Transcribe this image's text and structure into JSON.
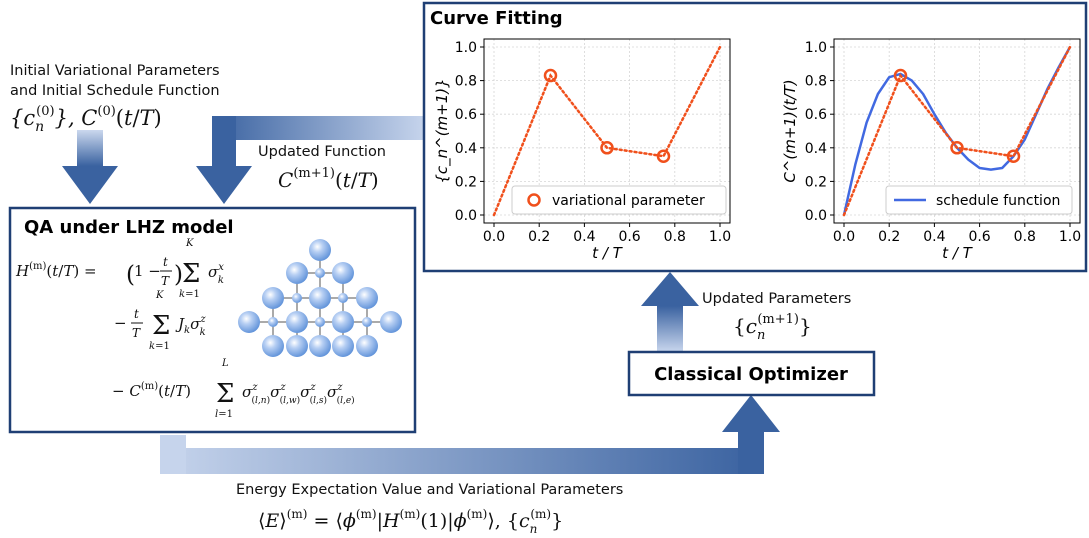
{
  "colors": {
    "frame": "#1f3f74",
    "arrow": "#3a62a0",
    "arrow_light": "#c0cee6",
    "dotted_line": "#f0501c",
    "solid_curve": "#4169e1",
    "grid": "#d6d6d6",
    "node": "#8fb3ea"
  },
  "left_input": {
    "line1": "Initial Variational Parameters",
    "line2": "and Initial Schedule Function",
    "formula": "{c_n^(0)}, C^(0)(t/T)"
  },
  "updated_function": {
    "label": "Updated Function",
    "formula": "C^(m+1)(t/T)"
  },
  "qa_box": {
    "title": "QA under LHZ model",
    "hamiltonian_line1": "H^(m)(t/T) = (1 − t/T) Σ_{k=1}^{K} σ_k^x",
    "hamiltonian_line2": "− (t/T) Σ_{k=1}^{K} J_k σ_k^z",
    "hamiltonian_line3": "− C^(m)(t/T) Σ_{l=1}^{L} σ^z_(l,n) σ^z_(l,w) σ^z_(l,s) σ^z_(l,e)",
    "lattice_icon": "lhz-lattice-icon"
  },
  "curve_fitting": {
    "title": "Curve Fitting"
  },
  "updated_parameters": {
    "label": "Updated Parameters",
    "formula": "{c_n^(m+1)}"
  },
  "optimizer": {
    "label": "Classical Optimizer"
  },
  "bottom": {
    "label": "Energy Expectation Value and Variational Parameters",
    "formula": "⟨E⟩^(m) = ⟨φ^(m)|H^(m)(1)|φ^(m)⟩, {c_n^(m)}"
  },
  "chart_data": [
    {
      "type": "line",
      "xlabel": "t / T",
      "ylabel": "{c_n^(m+1)}",
      "xlim": [
        0.0,
        1.0
      ],
      "ylim": [
        0.0,
        1.0
      ],
      "xticks": [
        "0.0",
        "0.2",
        "0.4",
        "0.6",
        "0.8",
        "1.0"
      ],
      "yticks": [
        "0.0",
        "0.2",
        "0.4",
        "0.6",
        "0.8",
        "1.0"
      ],
      "grid": true,
      "legend_position": "bottom-right",
      "series": [
        {
          "style": "dotted",
          "x": [
            0.0,
            0.25,
            0.5,
            0.75,
            1.0
          ],
          "y": [
            0.0,
            0.83,
            0.4,
            0.35,
            1.0
          ]
        },
        {
          "name": "variational parameter",
          "style": "markers",
          "x": [
            0.25,
            0.5,
            0.75
          ],
          "y": [
            0.83,
            0.4,
            0.35
          ]
        }
      ]
    },
    {
      "type": "line",
      "xlabel": "t / T",
      "ylabel": "C^(m+1)(t/T)",
      "xlim": [
        0.0,
        1.0
      ],
      "ylim": [
        0.0,
        1.0
      ],
      "xticks": [
        "0.0",
        "0.2",
        "0.4",
        "0.6",
        "0.8",
        "1.0"
      ],
      "yticks": [
        "0.0",
        "0.2",
        "0.4",
        "0.6",
        "0.8",
        "1.0"
      ],
      "grid": true,
      "legend_position": "bottom-right",
      "series": [
        {
          "name": "schedule function",
          "style": "solid",
          "x": [
            0.0,
            0.05,
            0.1,
            0.15,
            0.2,
            0.25,
            0.3,
            0.35,
            0.4,
            0.45,
            0.5,
            0.55,
            0.6,
            0.65,
            0.7,
            0.75,
            0.8,
            0.85,
            0.9,
            0.95,
            1.0
          ],
          "y": [
            0.0,
            0.3,
            0.55,
            0.72,
            0.82,
            0.84,
            0.8,
            0.72,
            0.6,
            0.49,
            0.4,
            0.33,
            0.28,
            0.27,
            0.28,
            0.35,
            0.45,
            0.6,
            0.75,
            0.88,
            1.0
          ]
        },
        {
          "style": "dotted",
          "x": [
            0.0,
            0.25,
            0.5,
            0.75,
            1.0
          ],
          "y": [
            0.0,
            0.83,
            0.4,
            0.35,
            1.0
          ]
        },
        {
          "style": "markers",
          "x": [
            0.25,
            0.5,
            0.75
          ],
          "y": [
            0.83,
            0.4,
            0.35
          ]
        }
      ]
    }
  ]
}
